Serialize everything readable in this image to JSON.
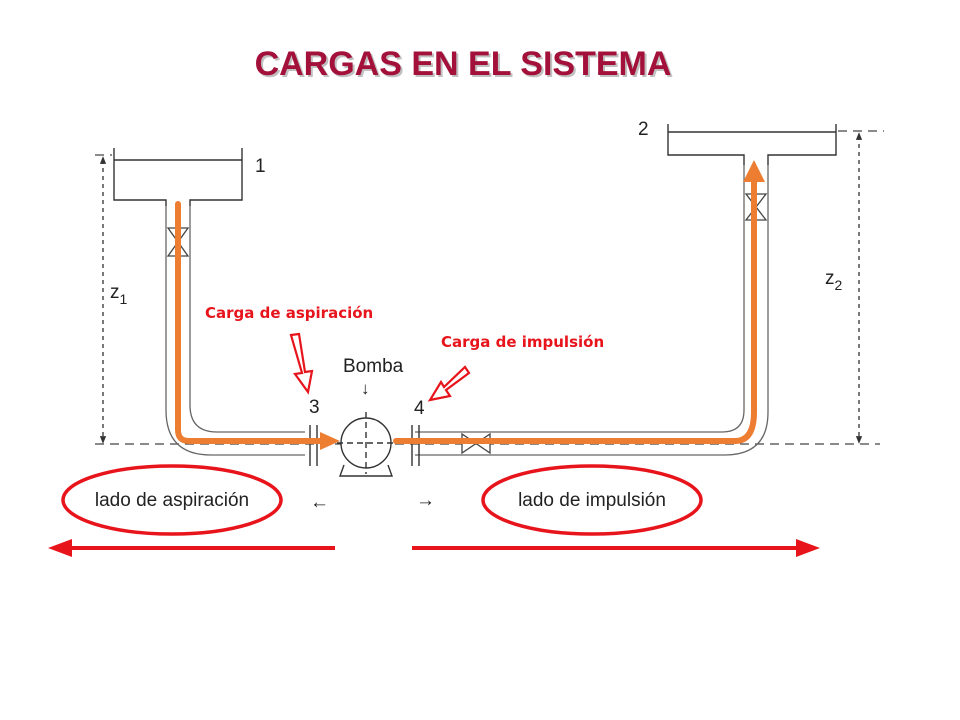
{
  "title": "CARGAS EN EL SISTEMA",
  "colors": {
    "title": "#a3103a",
    "accent_red": "#e8141c",
    "flow_orange": "#ed7d31",
    "pipe_line": "#555555"
  },
  "tanks": {
    "tank1_label": "1",
    "tank2_label": "2"
  },
  "dimensions": {
    "z1_base": "z",
    "z1_sub": "1",
    "z2_base": "z",
    "z2_sub": "2"
  },
  "pump": {
    "label": "Bomba",
    "point3": "3",
    "point4": "4"
  },
  "annotations": {
    "suction_head": "Carga de aspiración",
    "discharge_head": "Carga de impulsión"
  },
  "sides": {
    "suction": "lado de aspiración",
    "discharge": "lado de impulsión",
    "suction_arrow": "←",
    "discharge_arrow": "→"
  }
}
